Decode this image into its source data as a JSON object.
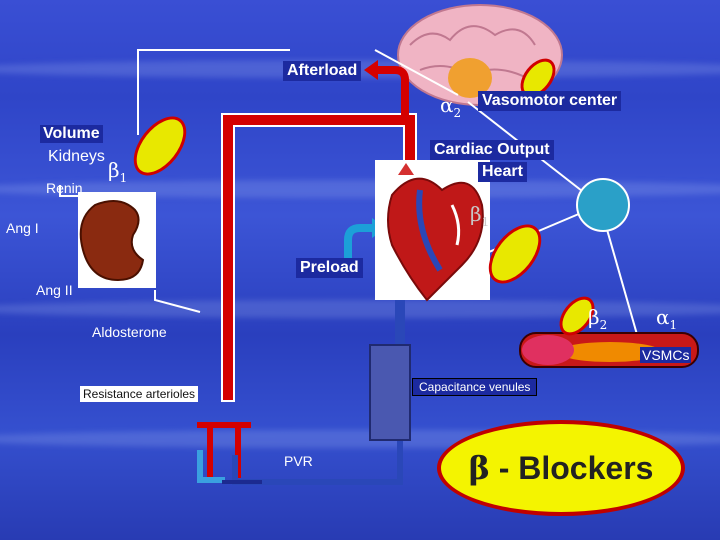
{
  "labels": {
    "afterload": "Afterload",
    "vasomotor_center": "Vasomotor center",
    "volume": "Volume",
    "kidneys": "Kidneys",
    "cardiac_output": "Cardiac Output",
    "heart": "Heart",
    "renin": "Renin",
    "ang1": "Ang I",
    "ang2": "Ang II",
    "preload": "Preload",
    "aldosterone": "Aldosterone",
    "vsmcs": "VSMCs",
    "resistance_arterioles": "Resistance arterioles",
    "capacitance_venules": "Capacitance venules",
    "pvr": "PVR",
    "blockers_title": "- Blockers",
    "blockers_symbol": "β"
  },
  "receptors": {
    "alpha2": "α",
    "alpha2_sub": "2",
    "beta1": "β",
    "beta1_sub": "1",
    "beta2": "β",
    "beta2_sub": "2",
    "alpha1": "α",
    "alpha1_sub": "1"
  },
  "colors": {
    "background": "#3a4fd4",
    "artery": "#d40000",
    "vein": "#2a47b8",
    "pill_fill": "#e8e800",
    "pill_border": "#d00000",
    "label_box": "#1c2aa0"
  }
}
